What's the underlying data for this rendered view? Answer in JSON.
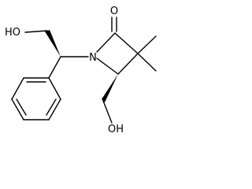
{
  "molecule": {
    "atom_labels": {
      "oxygen_carbonyl": "O",
      "nitrogen": "N",
      "hydroxyl_left": "HO",
      "hydroxyl_bottom": "OH"
    },
    "colors": {
      "bond": "#000000",
      "text": "#000000",
      "background": "#ffffff"
    }
  }
}
